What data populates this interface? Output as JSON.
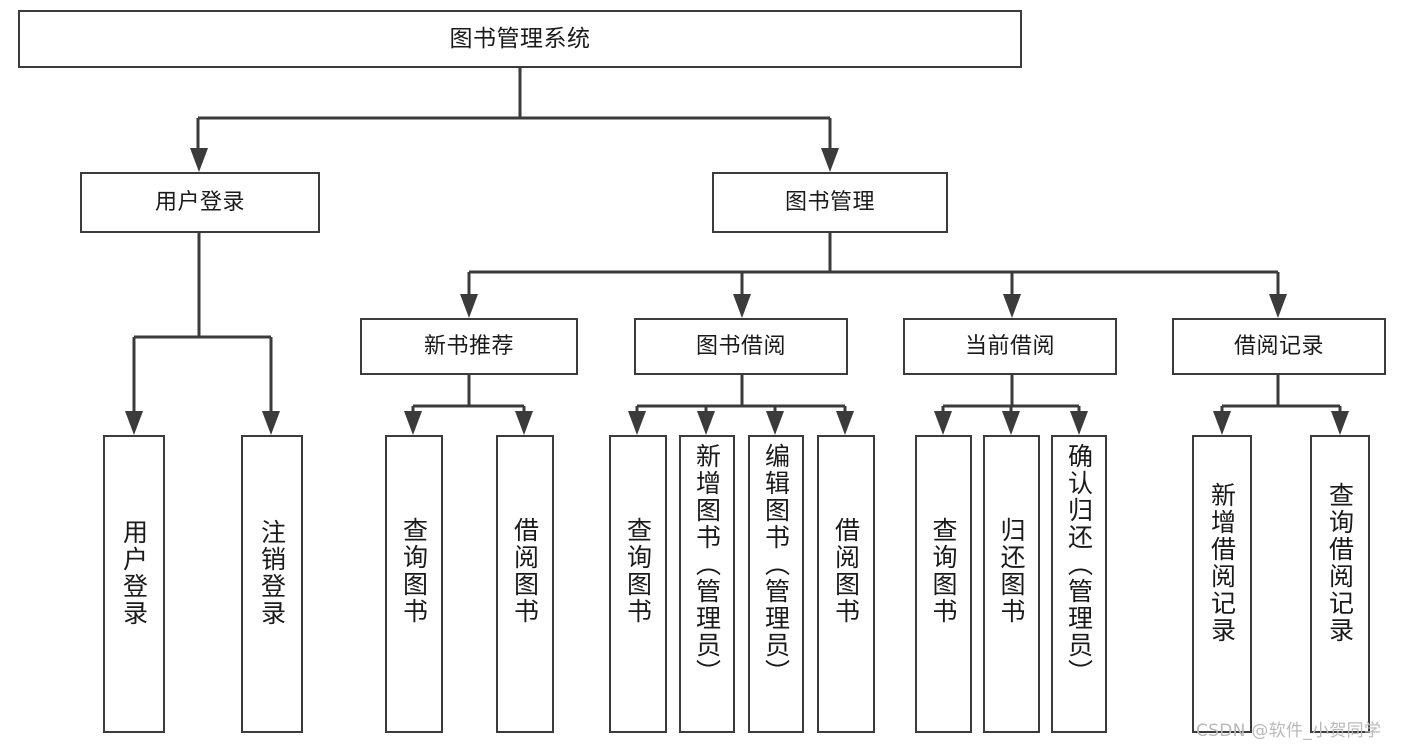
{
  "diagram": {
    "type": "tree",
    "title": "图书管理系统",
    "orientation": "top-down",
    "colors": {
      "box_border": "#3b3b3b",
      "box_fill": "#ffffff",
      "connector": "#3b3b3b",
      "text": "#1a1a1a",
      "watermark": "#b9b9b9"
    },
    "nodes": {
      "root": {
        "label": "图书管理系统",
        "level": 0
      },
      "l1": [
        {
          "id": "user_login",
          "label": "用户登录",
          "level": 1
        },
        {
          "id": "book_manage",
          "label": "图书管理",
          "level": 1
        }
      ],
      "l2": [
        {
          "id": "new_book_rec",
          "label": "新书推荐",
          "level": 2,
          "parent": "book_manage"
        },
        {
          "id": "book_borrow",
          "label": "图书借阅",
          "level": 2,
          "parent": "book_manage"
        },
        {
          "id": "current_borrow",
          "label": "当前借阅",
          "level": 2,
          "parent": "book_manage"
        },
        {
          "id": "borrow_record",
          "label": "借阅记录",
          "level": 2,
          "parent": "book_manage"
        }
      ],
      "leaves": [
        {
          "id": "leaf_user_login",
          "label": "用户登录",
          "parent": "user_login"
        },
        {
          "id": "leaf_logout",
          "label": "注销登录",
          "parent": "user_login"
        },
        {
          "id": "leaf_query_book_1",
          "label": "查询图书",
          "parent": "new_book_rec"
        },
        {
          "id": "leaf_borrow_book_1",
          "label": "借阅图书",
          "parent": "new_book_rec"
        },
        {
          "id": "leaf_query_book_2",
          "label": "查询图书",
          "parent": "book_borrow"
        },
        {
          "id": "leaf_add_book",
          "label": "新增图书（管理员）",
          "parent": "book_borrow"
        },
        {
          "id": "leaf_edit_book",
          "label": "编辑图书（管理员）",
          "parent": "book_borrow"
        },
        {
          "id": "leaf_borrow_book_2",
          "label": "借阅图书",
          "parent": "book_borrow"
        },
        {
          "id": "leaf_query_book_3",
          "label": "查询图书",
          "parent": "current_borrow"
        },
        {
          "id": "leaf_return_book",
          "label": "归还图书",
          "parent": "current_borrow"
        },
        {
          "id": "leaf_confirm_return",
          "label": "确认归还（管理员）",
          "parent": "current_borrow"
        },
        {
          "id": "leaf_add_record",
          "label": "新增借阅记录",
          "parent": "borrow_record"
        },
        {
          "id": "leaf_query_record",
          "label": "查询借阅记录",
          "parent": "borrow_record"
        }
      ]
    },
    "watermark": "CSDN @软件_小贺同学"
  }
}
